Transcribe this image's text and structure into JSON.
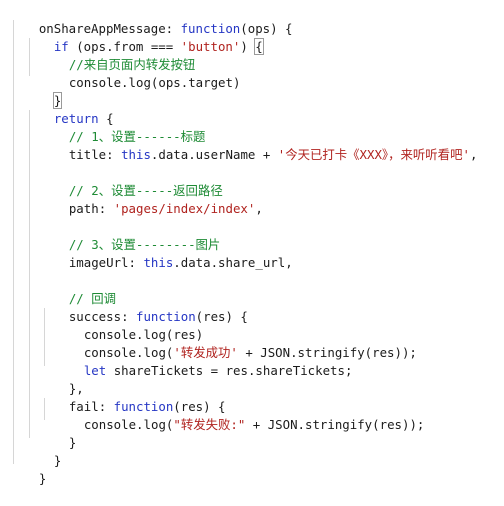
{
  "code": {
    "l01": {
      "name": "onShareAppMessage",
      "colon": ": ",
      "fn": "function",
      "args": "(ops) {"
    },
    "l02": {
      "kw": "if",
      "mid": " (ops.from === ",
      "str": "'button'",
      "tail": ") ",
      "brace": "{"
    },
    "l03": {
      "comment": "//来自页面内转发按钮"
    },
    "l04": {
      "text": "console.log(ops.target)"
    },
    "l05": {
      "brace": "}"
    },
    "l06": {
      "kw": "return",
      "tail": " {"
    },
    "l07": {
      "comment": "// 1、设置------标题"
    },
    "l08": {
      "prop": "title",
      "colon": ": ",
      "this": "this",
      "mid": ".data.userName + ",
      "str": "'今天已打卡《XXX》，来听听看吧'",
      "tail": ","
    },
    "l10": {
      "comment": "// 2、设置-----返回路径"
    },
    "l11": {
      "prop": "path",
      "colon": ": ",
      "str": "'pages/index/index'",
      "tail": ","
    },
    "l13": {
      "comment": "// 3、设置--------图片"
    },
    "l14": {
      "prop": "imageUrl",
      "colon": ": ",
      "this": "this",
      "tail": ".data.share_url,"
    },
    "l16": {
      "comment": "// 回调"
    },
    "l17": {
      "prop": "success",
      "colon": ": ",
      "fn": "function",
      "args": "(res) {"
    },
    "l18": {
      "text": "console.log(res)"
    },
    "l19": {
      "pre": "console.log(",
      "str": "'转发成功'",
      "tail": " + JSON.stringify(res));"
    },
    "l20": {
      "kw": "let",
      "tail": " shareTickets = res.shareTickets;"
    },
    "l21": {
      "text": "},"
    },
    "l22": {
      "prop": "fail",
      "colon": ": ",
      "fn": "function",
      "args": "(res) {"
    },
    "l23": {
      "pre": "console.log(",
      "str": "\"转发失败:\"",
      "tail": " + JSON.stringify(res));"
    },
    "l24": {
      "text": "}"
    },
    "l25": {
      "text": "}"
    },
    "l26": {
      "text": "}"
    }
  }
}
